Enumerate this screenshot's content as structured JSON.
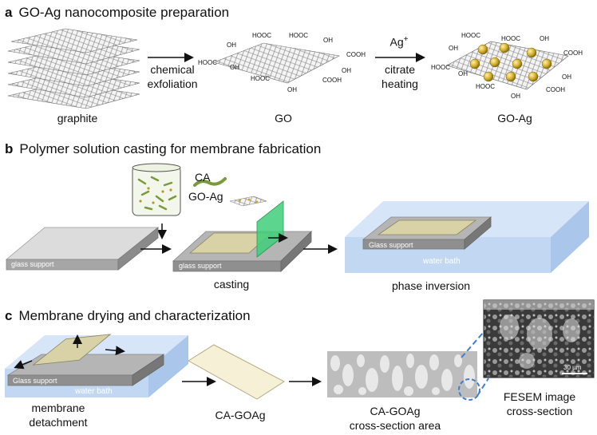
{
  "sections": {
    "a": {
      "letter": "a",
      "title": "GO-Ag nanocomposite preparation"
    },
    "b": {
      "letter": "b",
      "title": "Polymer solution casting for membrane fabrication"
    },
    "c": {
      "letter": "c",
      "title": "Membrane drying and characterization"
    }
  },
  "panel_a": {
    "graphite_label": "graphite",
    "go_label": "GO",
    "goag_label": "GO-Ag",
    "step1_line1": "chemical",
    "step1_line2": "exfoliation",
    "step2_top": "Ag",
    "step2_sup": "+",
    "step2_line1": "citrate",
    "step2_line2": "heating",
    "groups": {
      "cooh": "COOH",
      "hooc": "HOOC",
      "oh": "OH"
    }
  },
  "panel_b": {
    "ca_label": "CA",
    "goag_label": "GO-Ag",
    "glass1": "glass support",
    "glass2": "glass support",
    "glass3": "Glass support",
    "water_bath": "water bath",
    "casting_label": "casting",
    "phase_label": "phase inversion"
  },
  "panel_c": {
    "glass": "Glass support",
    "water_bath": "water bath",
    "detach_line1": "membrane",
    "detach_line2": "detachment",
    "cagoag_label": "CA-GOAg",
    "cross_line1": "CA-GOAg",
    "cross_line2": "cross-section area",
    "fesem_line1": "FESEM image",
    "fesem_line2": "cross-section",
    "scale_bar": "30 µm"
  },
  "colors": {
    "water": "#c9ddf5",
    "glass_top": "#cfcfcf",
    "glass_side": "#8a8a8a",
    "membrane": "#d9d2a6",
    "blade": "#3fcf7a",
    "ag_particle": "#c9a82a",
    "ca_fiber": "#7a9a3a"
  }
}
